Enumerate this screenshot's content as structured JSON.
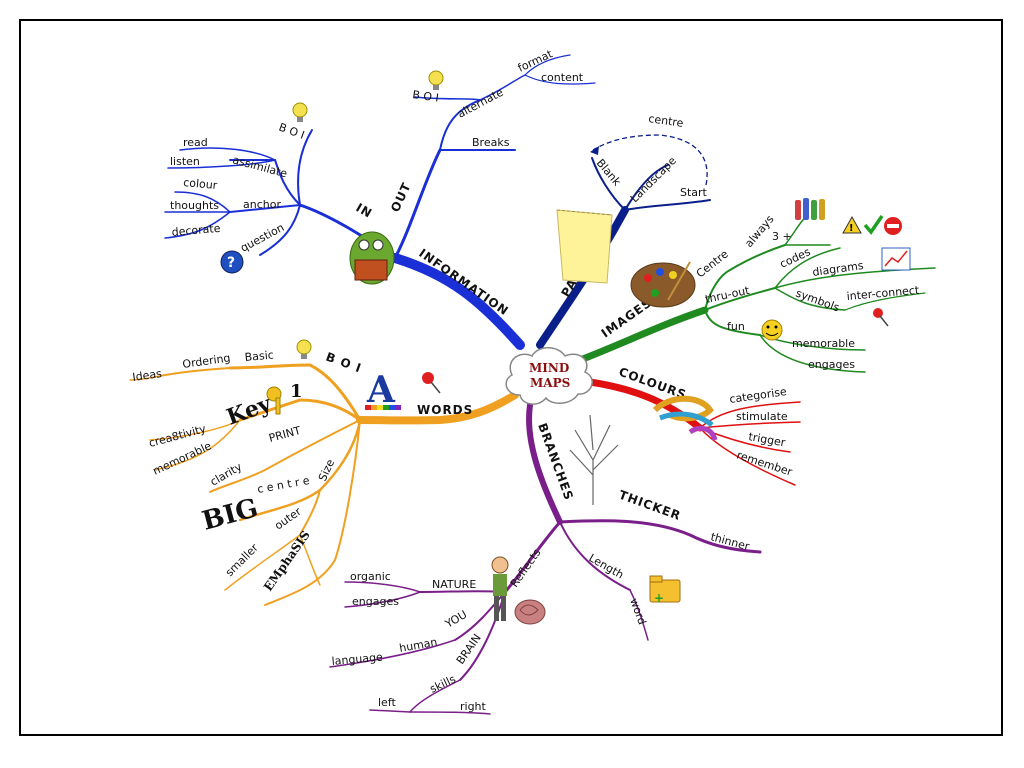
{
  "center": {
    "line1": "MIND",
    "line2": "MAPS"
  },
  "colors": {
    "information": "#1a2fd6",
    "paper": "#0a1f8a",
    "images": "#1f8a1f",
    "colours": "#e01010",
    "branches": "#7a1f8a",
    "words": "#f0a020"
  },
  "information": {
    "label": "INFORMATION",
    "in": "IN",
    "out": "OUT",
    "in_boi": "B O I",
    "assimilate": "assimilate",
    "read": "read",
    "listen": "listen",
    "anchor": "anchor",
    "colour": "colour",
    "thoughts": "thoughts",
    "decorate": "decorate",
    "question": "question",
    "out_boi": "B O I",
    "alternate": "alternate",
    "format": "format",
    "content": "content",
    "breaks": "Breaks"
  },
  "paper": {
    "label": "PAPER",
    "blank": "Blank",
    "landscape": "Landscape",
    "start": "Start",
    "centre": "centre"
  },
  "images": {
    "label": "IMAGES",
    "centre": "Centre",
    "always": "always",
    "three_plus": "3 +",
    "codes": "codes",
    "diagrams": "diagrams",
    "thru_out": "thru-out",
    "symbols": "symbols",
    "inter_connect": "inter-connect",
    "fun": "fun",
    "memorable": "memorable",
    "engages": "engages"
  },
  "colours": {
    "label": "COLOURS",
    "categorise": "categorise",
    "stimulate": "stimulate",
    "trigger": "trigger",
    "remember": "remember"
  },
  "branches": {
    "label": "BRANCHES",
    "thicker": "THICKER",
    "thinner": "thinner",
    "length": "Length",
    "word": "word",
    "reflects": "Reflects",
    "nature": "NATURE",
    "organic": "organic",
    "engages": "engages",
    "you": "YOU",
    "human": "human",
    "language": "language",
    "brain": "BRAIN",
    "skills": "skills",
    "left": "left",
    "right": "right"
  },
  "words": {
    "label": "WORDS",
    "boi": "B O I",
    "basic": "Basic",
    "ordering": "Ordering",
    "ideas": "Ideas",
    "key": "Key",
    "one": "1",
    "crea8tivity": "crea8tivity",
    "memorable": "memorable",
    "print": "PRINT",
    "clarity": "clarity",
    "big": "BIG",
    "centre": "c e n t r e",
    "size": "Size",
    "outer": "outer",
    "smaller": "smaller",
    "emphasis": "EMphaSIS",
    "letter_a": "A"
  },
  "icons": [
    "lightbulb-icon",
    "question-icon",
    "bookworm-icon",
    "sticky-note-icon",
    "palette-icon",
    "markers-icon",
    "warning-icon",
    "checkmark-icon",
    "no-entry-icon",
    "line-chart-icon",
    "pushpin-icon",
    "smiley-icon",
    "paint-swirl-icon",
    "tree-icon",
    "folder-icon",
    "person-icon",
    "brain-icon",
    "letter-a-icon",
    "key-icon"
  ]
}
